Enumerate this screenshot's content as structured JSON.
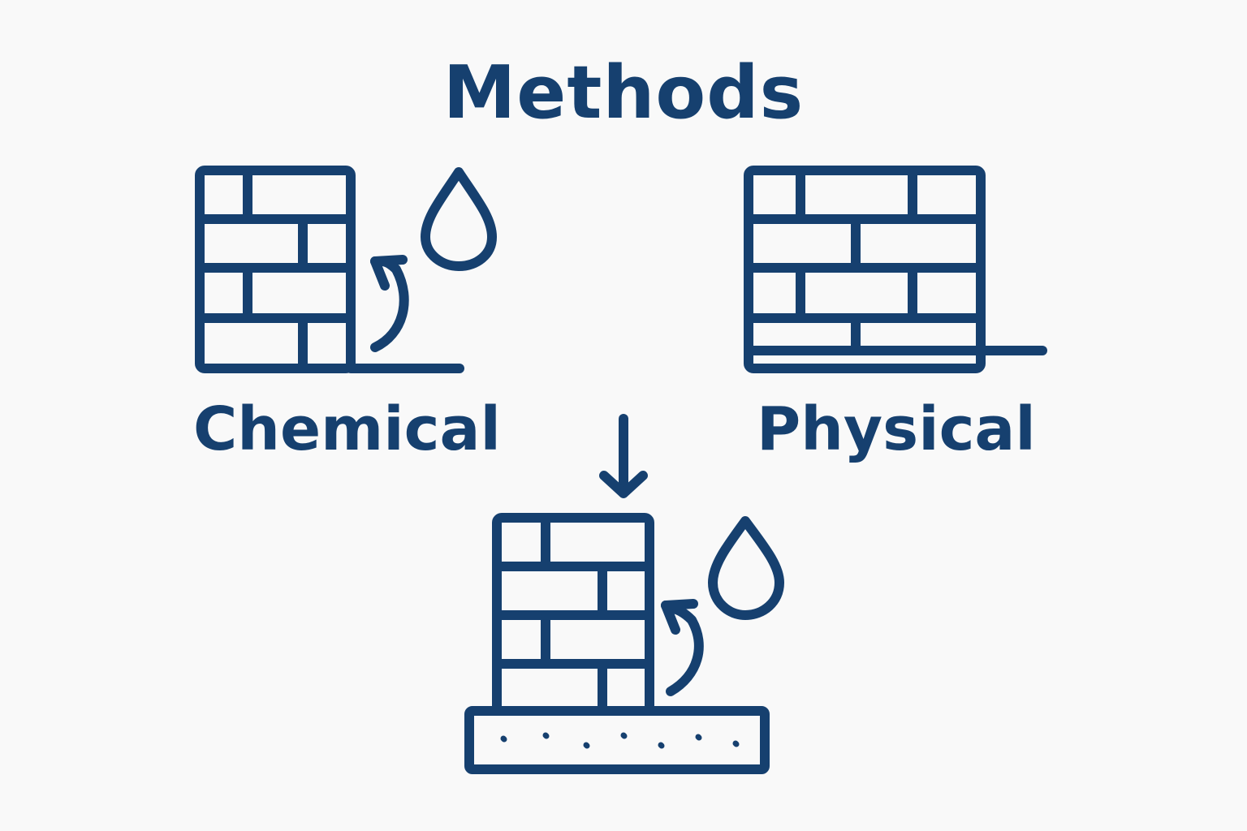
{
  "diagram": {
    "title": "Methods",
    "methods": [
      {
        "label": "Chemical"
      },
      {
        "label": "Physical"
      }
    ],
    "colors": {
      "stroke": "#16406f",
      "background": "#f9f9f9"
    }
  }
}
